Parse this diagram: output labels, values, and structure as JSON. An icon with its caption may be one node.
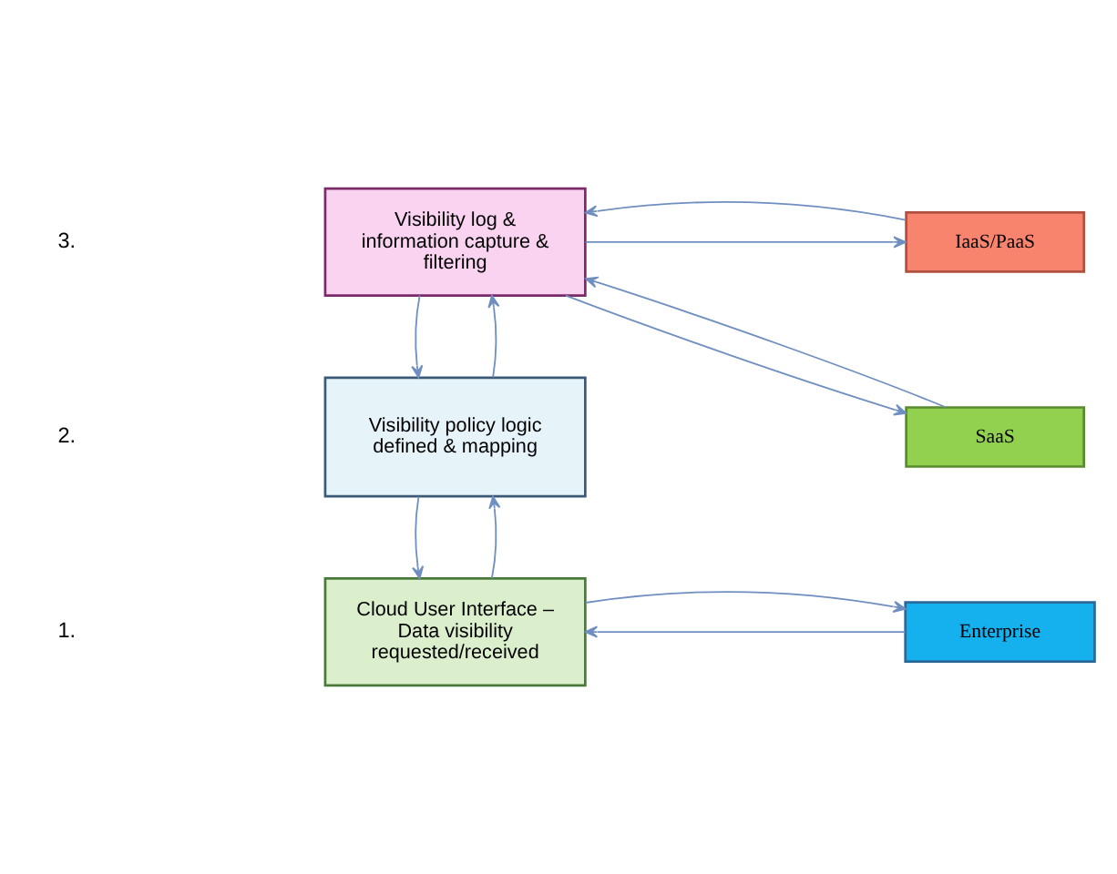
{
  "diagram": {
    "nodes": [
      {
        "text": [
          "Visibility log & information capture & filtering"
        ]
      },
      {
        "text": [
          "IaaS/PaaS"
        ]
      },
      {
        "text": [
          "Visibility policy logic defined & mapping"
        ]
      },
      {
        "text": [
          "SaaS"
        ]
      },
      {
        "text": [
          "Cloud User Interface – Data visibility requested/received"
        ]
      },
      {
        "text": [
          "Enterprise"
        ]
      }
    ],
    "edges": [
      {
        "from": 2,
        "to": 0,
        "arrow": "to"
      },
      {
        "from": 0,
        "to": 2,
        "arrow": "to"
      },
      {
        "from": 0,
        "to": 1,
        "arrow": "to"
      },
      {
        "from": 1,
        "to": 0,
        "arrow": "to"
      },
      {
        "from": 0,
        "to": 3,
        "arrow": "to"
      },
      {
        "from": 3,
        "to": 0,
        "arrow": "to"
      },
      {
        "from": 4,
        "to": 2,
        "arrow": "to"
      },
      {
        "from": 2,
        "to": 4,
        "arrow": "to"
      },
      {
        "from": 5,
        "to": 4,
        "arrow": "to"
      },
      {
        "from": 4,
        "to": 5,
        "arrow": "to"
      }
    ],
    "labels": [
      "3.",
      "2.",
      "1."
    ]
  }
}
